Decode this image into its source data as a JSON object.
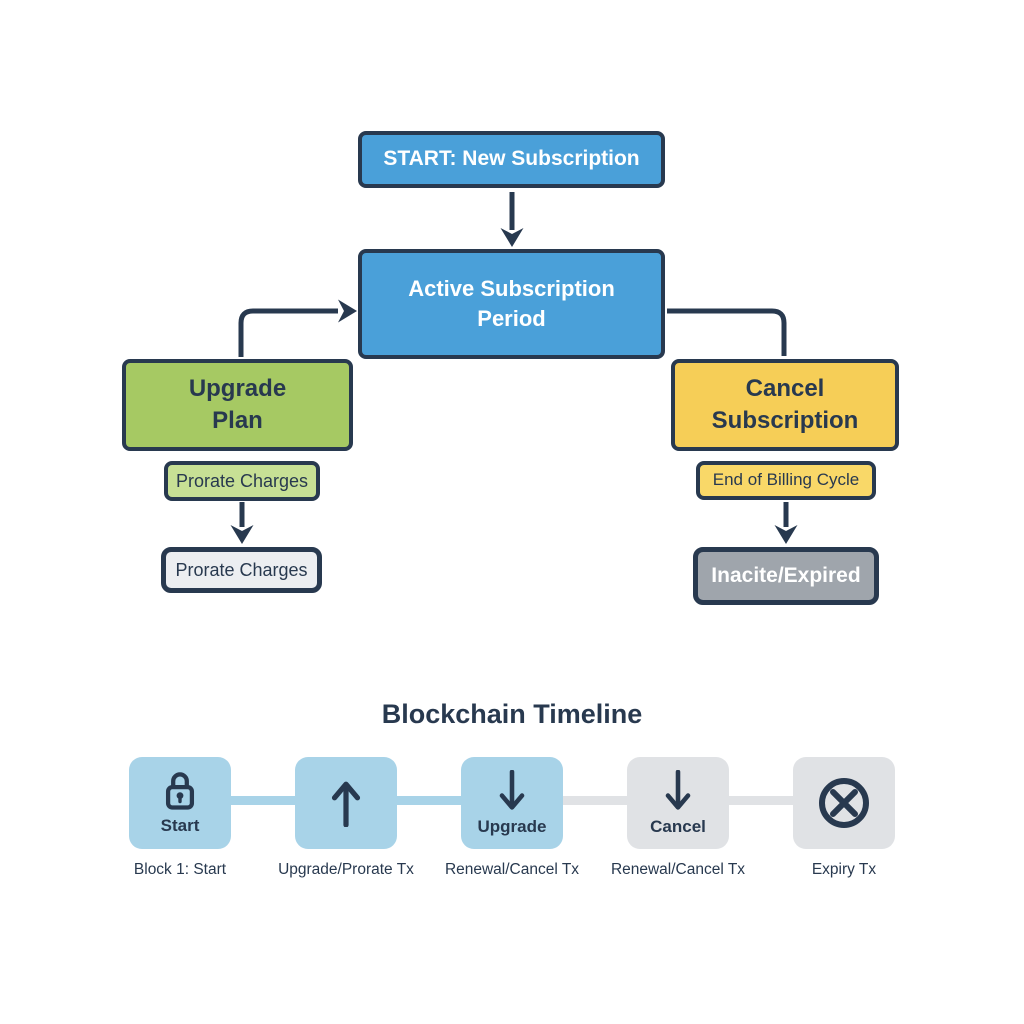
{
  "colors": {
    "navy": "#28394f",
    "blue": "#4aa0d9",
    "green": "#a6c963",
    "green_light": "#c7e095",
    "yellow": "#f6ce57",
    "yellow_light": "#f9d868",
    "gray_dark": "#9fa5ac",
    "gray_light": "#eceef1",
    "timeline_blue": "#a8d3e8",
    "timeline_gray": "#e0e2e5"
  },
  "flowchart": {
    "start_label": "START: New Subscription",
    "active_line1": "Active Subscription",
    "active_line2": "Period",
    "upgrade_line1": "Upgrade",
    "upgrade_line2": "Plan",
    "prorate_small_label": "Prorate Charges",
    "prorate_result_label": "Prorate Charges",
    "cancel_line1": "Cancel",
    "cancel_line2": "Subscription",
    "billing_label": "End of Billing Cycle",
    "inactive_label": "Inacite/Expired"
  },
  "timeline": {
    "title": "Blockchain Timeline",
    "blocks": [
      {
        "icon": "lock-icon",
        "inner_label": "Start",
        "caption": "Block 1: Start",
        "variant": "blue"
      },
      {
        "icon": "arrow-up-icon",
        "inner_label": "",
        "caption": "Upgrade/Prorate Tx",
        "variant": "blue"
      },
      {
        "icon": "arrow-down-icon",
        "inner_label": "Upgrade",
        "caption": "Renewal/Cancel Tx",
        "variant": "blue"
      },
      {
        "icon": "arrow-down-icon",
        "inner_label": "Cancel",
        "caption": "Renewal/Cancel Tx",
        "variant": "gray"
      },
      {
        "icon": "circle-x-icon",
        "inner_label": "",
        "caption": "Expiry Tx",
        "variant": "gray"
      }
    ]
  }
}
